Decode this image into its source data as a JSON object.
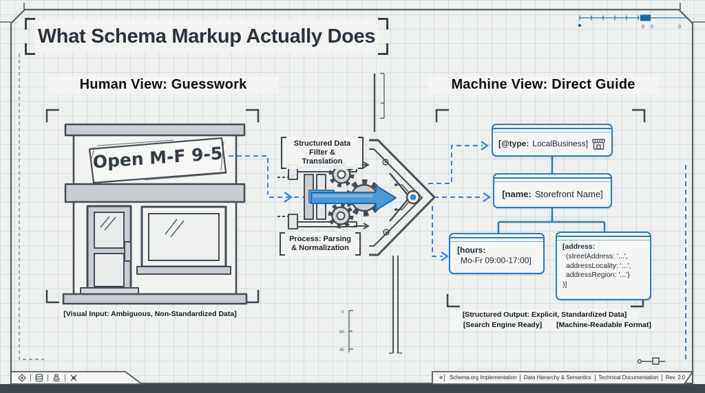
{
  "title": "What Schema Markup Actually Does",
  "human_view": {
    "heading": "Human View: Guesswork",
    "sign_text": "Open M-F 9-5",
    "caption": "[Visual Input: Ambiguous, Non-Standardized Data]"
  },
  "process": {
    "filter_label_line1": "Structured Data",
    "filter_label_line2": "Filter & Translation",
    "process_label_line1": "Process: Parsing",
    "process_label_line2": "& Normalization"
  },
  "machine_view": {
    "heading": "Machine View: Direct Guide",
    "type_box": {
      "key": "[@type:",
      "value": "LocalBusiness]"
    },
    "name_box": {
      "key": "[name:",
      "value": "Storefront Name]"
    },
    "hours_box": {
      "key": "[hours:",
      "value": "Mo-Fr 09:00-17:00]"
    },
    "address_box": {
      "key": "[address:",
      "lines": [
        "(streetAddress: '...',",
        "addressLocality: '...',",
        "addressRegion: '...'}",
        ")]"
      ]
    },
    "caption_primary": "[Structured Output: Explicit, Standardized Data]",
    "caption_secondary_left": "[Search Engine Ready]",
    "caption_secondary_right": "[Machine-Readable Format]"
  },
  "ruler": {
    "labels": [
      "0",
      "0",
      "0"
    ]
  },
  "scale_marks": [
    "0",
    "90",
    "45"
  ],
  "footer": {
    "items": [
      "Schema.org Implementation",
      "Data Hierarchy & Semantics",
      "Technical Documentation",
      "Rev. 2.0"
    ]
  },
  "colors": {
    "accent_blue": "#2e7cbd",
    "ink": "#454d56",
    "paper": "#eef0ed"
  }
}
